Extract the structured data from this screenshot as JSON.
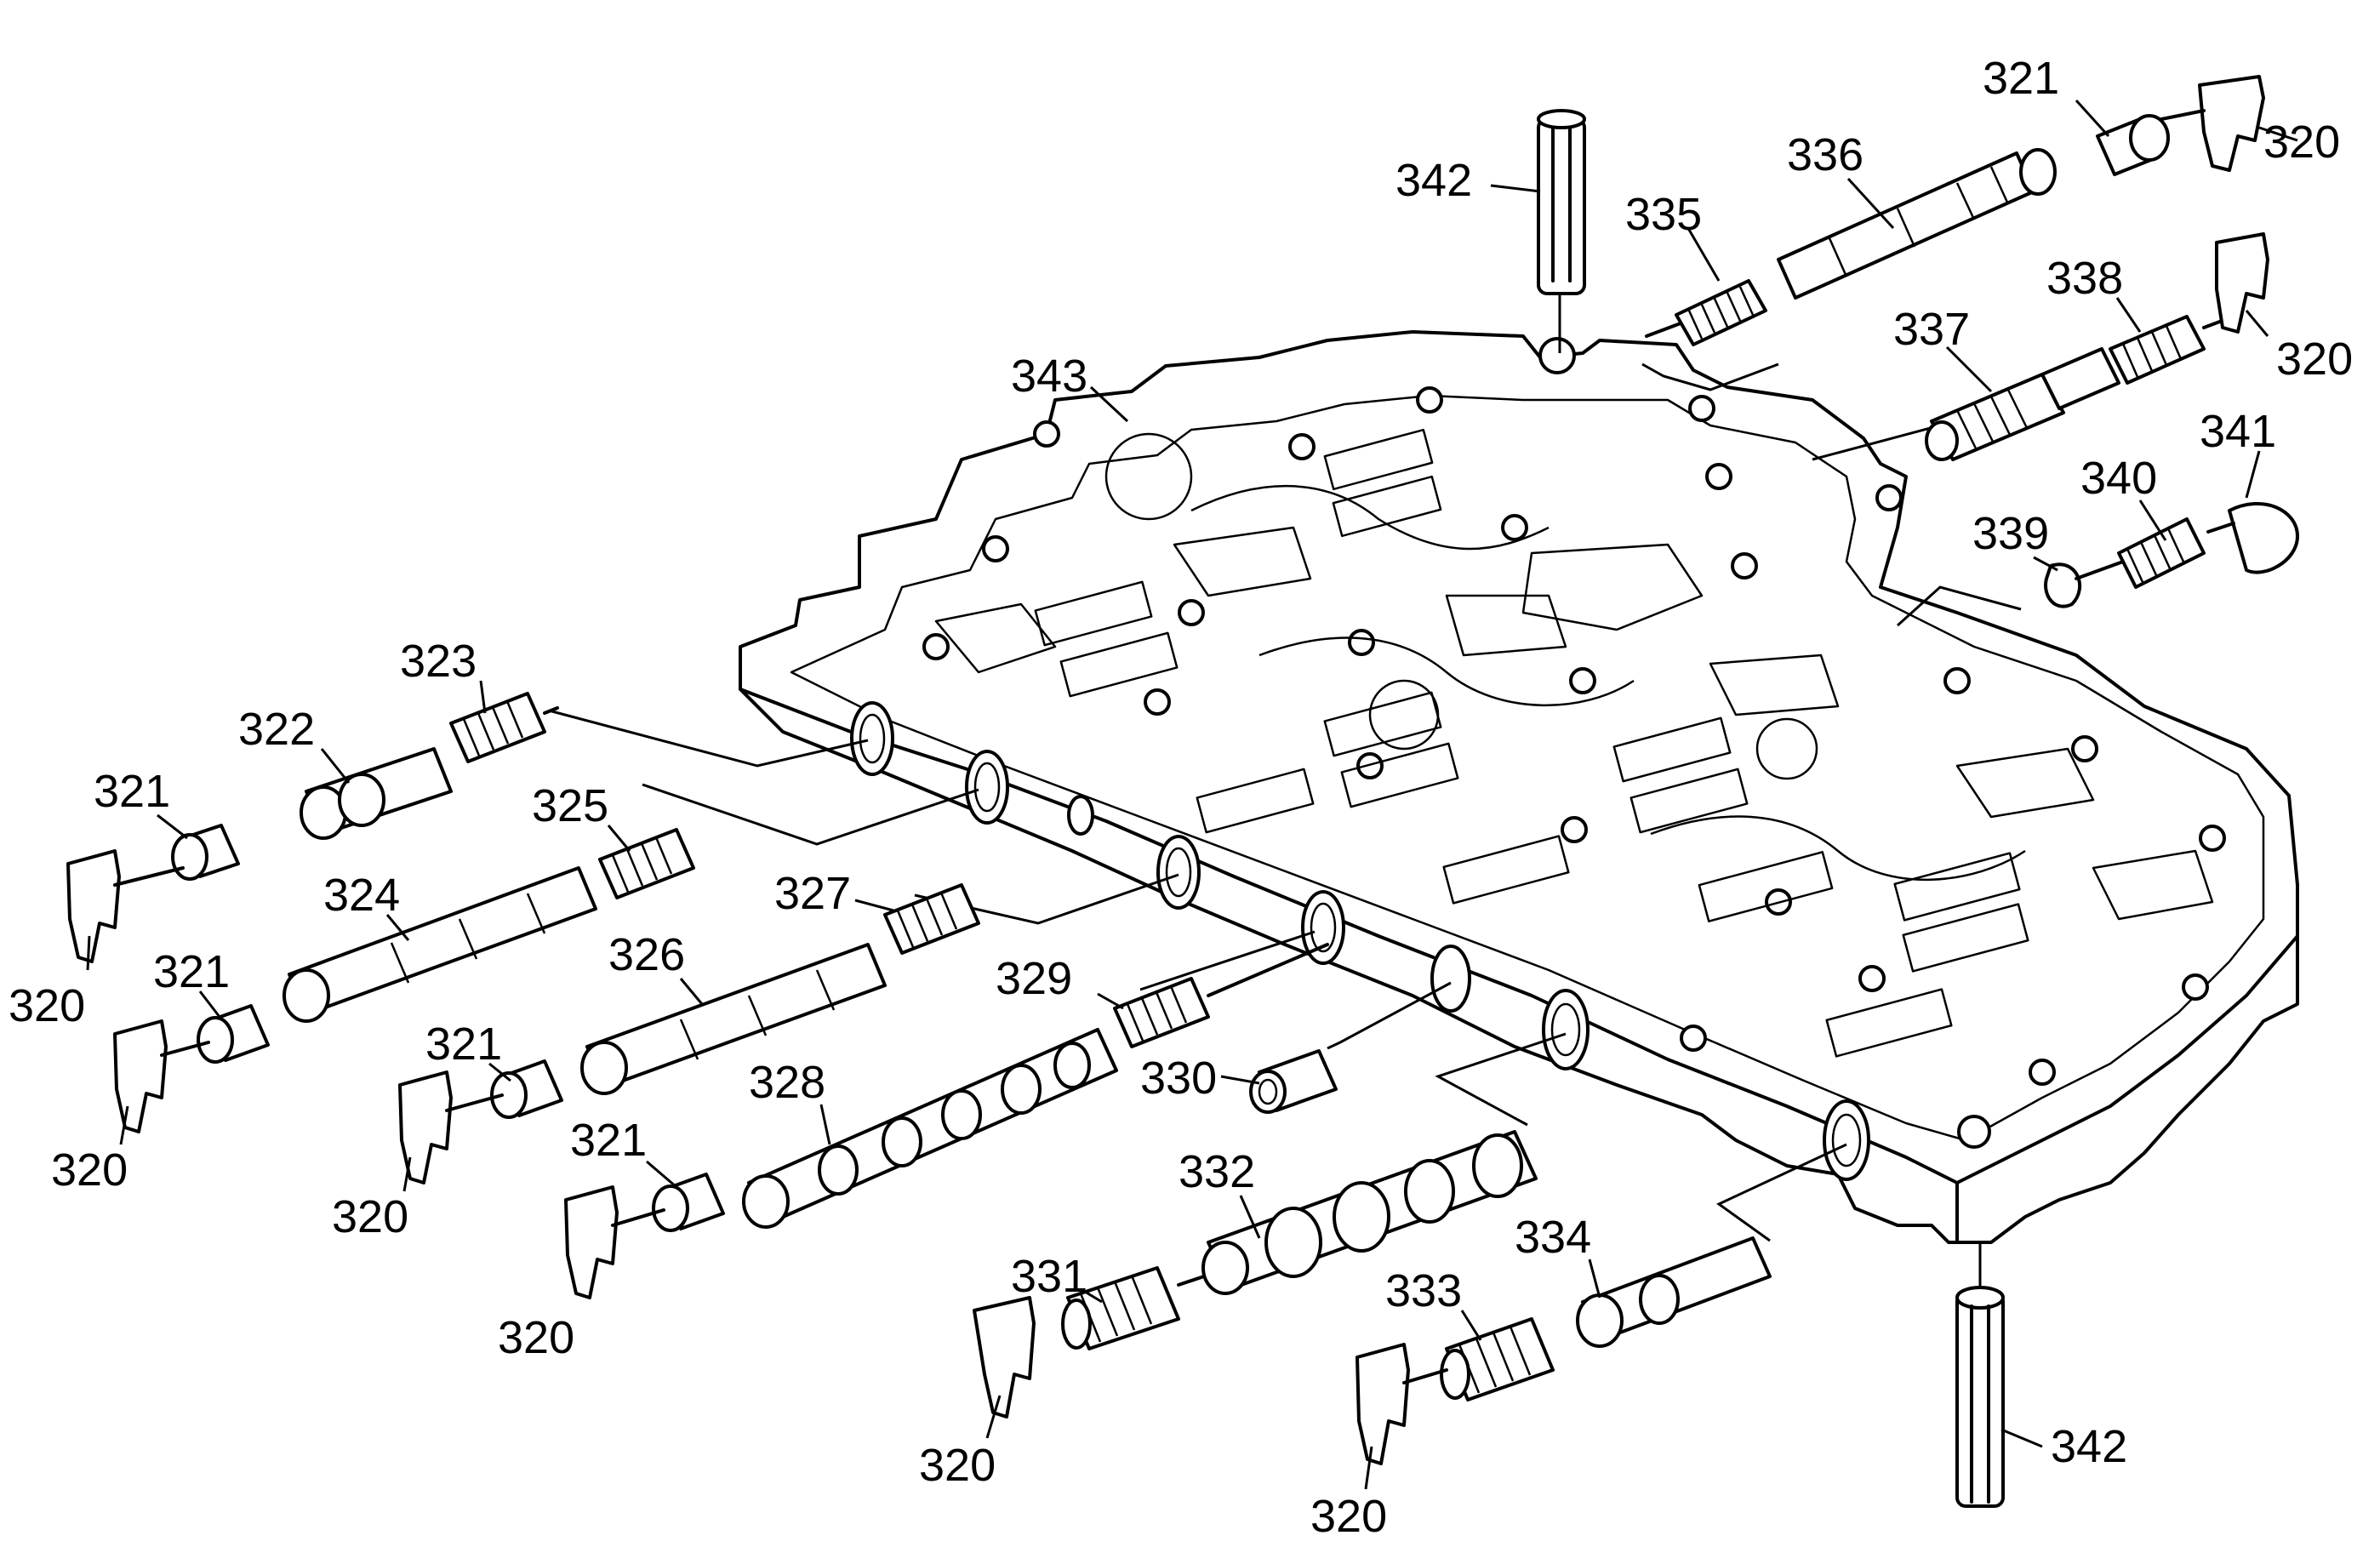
{
  "diagram": {
    "callouts": [
      {
        "id": "c-321-top",
        "text": "321"
      },
      {
        "id": "c-320-top",
        "text": "320"
      },
      {
        "id": "c-336",
        "text": "336"
      },
      {
        "id": "c-342-top",
        "text": "342"
      },
      {
        "id": "c-335",
        "text": "335"
      },
      {
        "id": "c-338",
        "text": "338"
      },
      {
        "id": "c-320-right",
        "text": "320"
      },
      {
        "id": "c-337",
        "text": "337"
      },
      {
        "id": "c-343",
        "text": "343"
      },
      {
        "id": "c-341",
        "text": "341"
      },
      {
        "id": "c-340",
        "text": "340"
      },
      {
        "id": "c-339",
        "text": "339"
      },
      {
        "id": "c-323",
        "text": "323"
      },
      {
        "id": "c-322",
        "text": "322"
      },
      {
        "id": "c-321-a",
        "text": "321"
      },
      {
        "id": "c-325",
        "text": "325"
      },
      {
        "id": "c-324",
        "text": "324"
      },
      {
        "id": "c-320-a",
        "text": "320"
      },
      {
        "id": "c-321-b",
        "text": "321"
      },
      {
        "id": "c-327",
        "text": "327"
      },
      {
        "id": "c-326",
        "text": "326"
      },
      {
        "id": "c-320-b",
        "text": "320"
      },
      {
        "id": "c-321-c",
        "text": "321"
      },
      {
        "id": "c-329",
        "text": "329"
      },
      {
        "id": "c-330",
        "text": "330"
      },
      {
        "id": "c-328",
        "text": "328"
      },
      {
        "id": "c-320-c",
        "text": "320"
      },
      {
        "id": "c-321-d",
        "text": "321"
      },
      {
        "id": "c-332",
        "text": "332"
      },
      {
        "id": "c-320-d",
        "text": "320"
      },
      {
        "id": "c-331",
        "text": "331"
      },
      {
        "id": "c-334",
        "text": "334"
      },
      {
        "id": "c-333",
        "text": "333"
      },
      {
        "id": "c-320-e",
        "text": "320"
      },
      {
        "id": "c-342-bottom",
        "text": "342"
      },
      {
        "id": "c-320-f",
        "text": "320"
      }
    ]
  }
}
